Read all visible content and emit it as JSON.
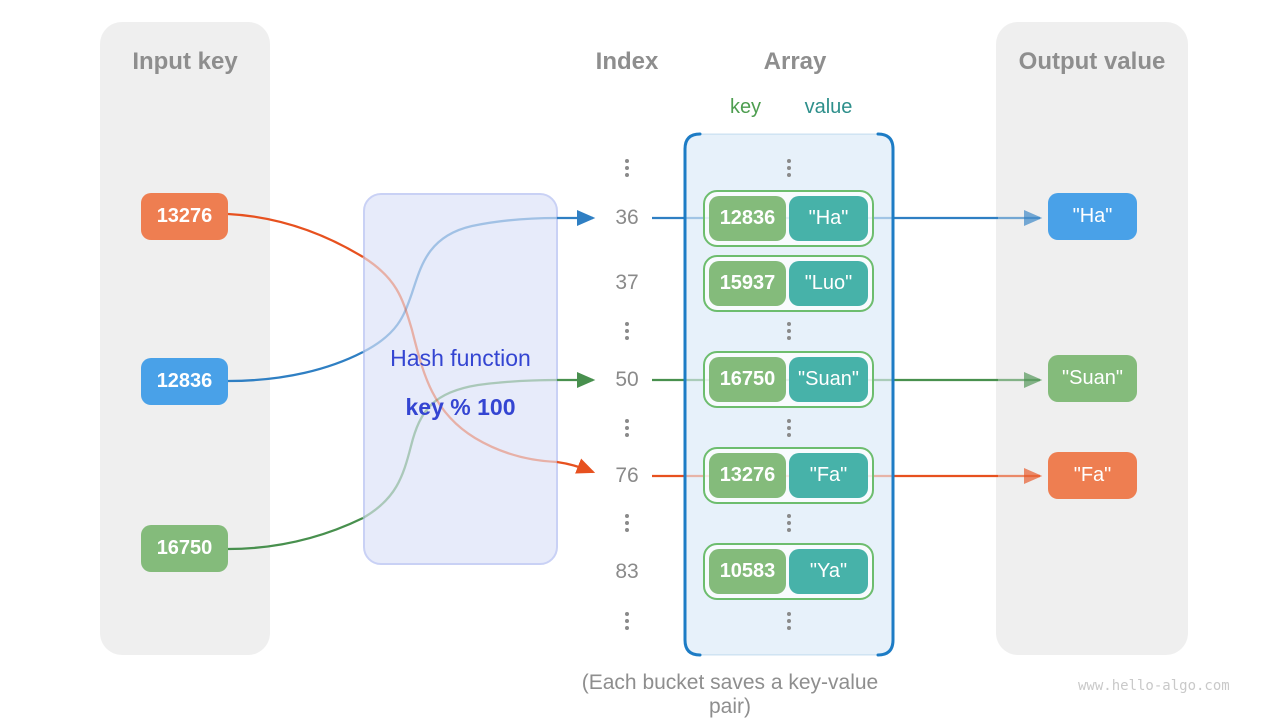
{
  "headers": {
    "input": "Input key",
    "index": "Index",
    "array": "Array",
    "output": "Output value"
  },
  "array_labels": {
    "key": "key",
    "value": "value"
  },
  "hash": {
    "title": "Hash function",
    "formula": "key % 100"
  },
  "input_keys": [
    {
      "value": "13276",
      "color": "orange"
    },
    {
      "value": "12836",
      "color": "blue"
    },
    {
      "value": "16750",
      "color": "green"
    }
  ],
  "buckets": [
    {
      "index": "36",
      "key": "12836",
      "value": "\"Ha\""
    },
    {
      "index": "37",
      "key": "15937",
      "value": "\"Luo\""
    },
    {
      "index": "50",
      "key": "16750",
      "value": "\"Suan\""
    },
    {
      "index": "76",
      "key": "13276",
      "value": "\"Fa\""
    },
    {
      "index": "83",
      "key": "10583",
      "value": "\"Ya\""
    }
  ],
  "outputs": [
    {
      "value": "\"Ha\"",
      "color": "blue"
    },
    {
      "value": "\"Suan\"",
      "color": "green"
    },
    {
      "value": "\"Fa\"",
      "color": "orange"
    }
  ],
  "mappings": [
    {
      "input": "12836",
      "index": "36",
      "output": "\"Ha\"",
      "color": "#2F7FC3"
    },
    {
      "input": "16750",
      "index": "50",
      "output": "\"Suan\"",
      "color": "#48904E"
    },
    {
      "input": "13276",
      "index": "76",
      "output": "\"Fa\"",
      "color": "#E7511F"
    }
  ],
  "palette": {
    "orange_box": "#EE7E51",
    "blue_box": "#49A1E8",
    "green_box": "#84BB7B",
    "teal_box": "#47B2A9",
    "arrow_blue": "#2F7FC3",
    "arrow_green": "#48904E",
    "arrow_orange": "#E7511F",
    "array_border": "#1D7CC5",
    "array_fill": "#E7F1FA",
    "bucket_border": "#6DBD6E",
    "hash_fill": "#E7EBFA",
    "hash_border": "#C9D1F5",
    "hash_text": "#3445D2",
    "panel_gray": "#EFEFEF",
    "heading_gray": "#8E8E8E"
  },
  "caption": "(Each bucket saves a key-value pair)",
  "watermark": "www.hello-algo.com"
}
